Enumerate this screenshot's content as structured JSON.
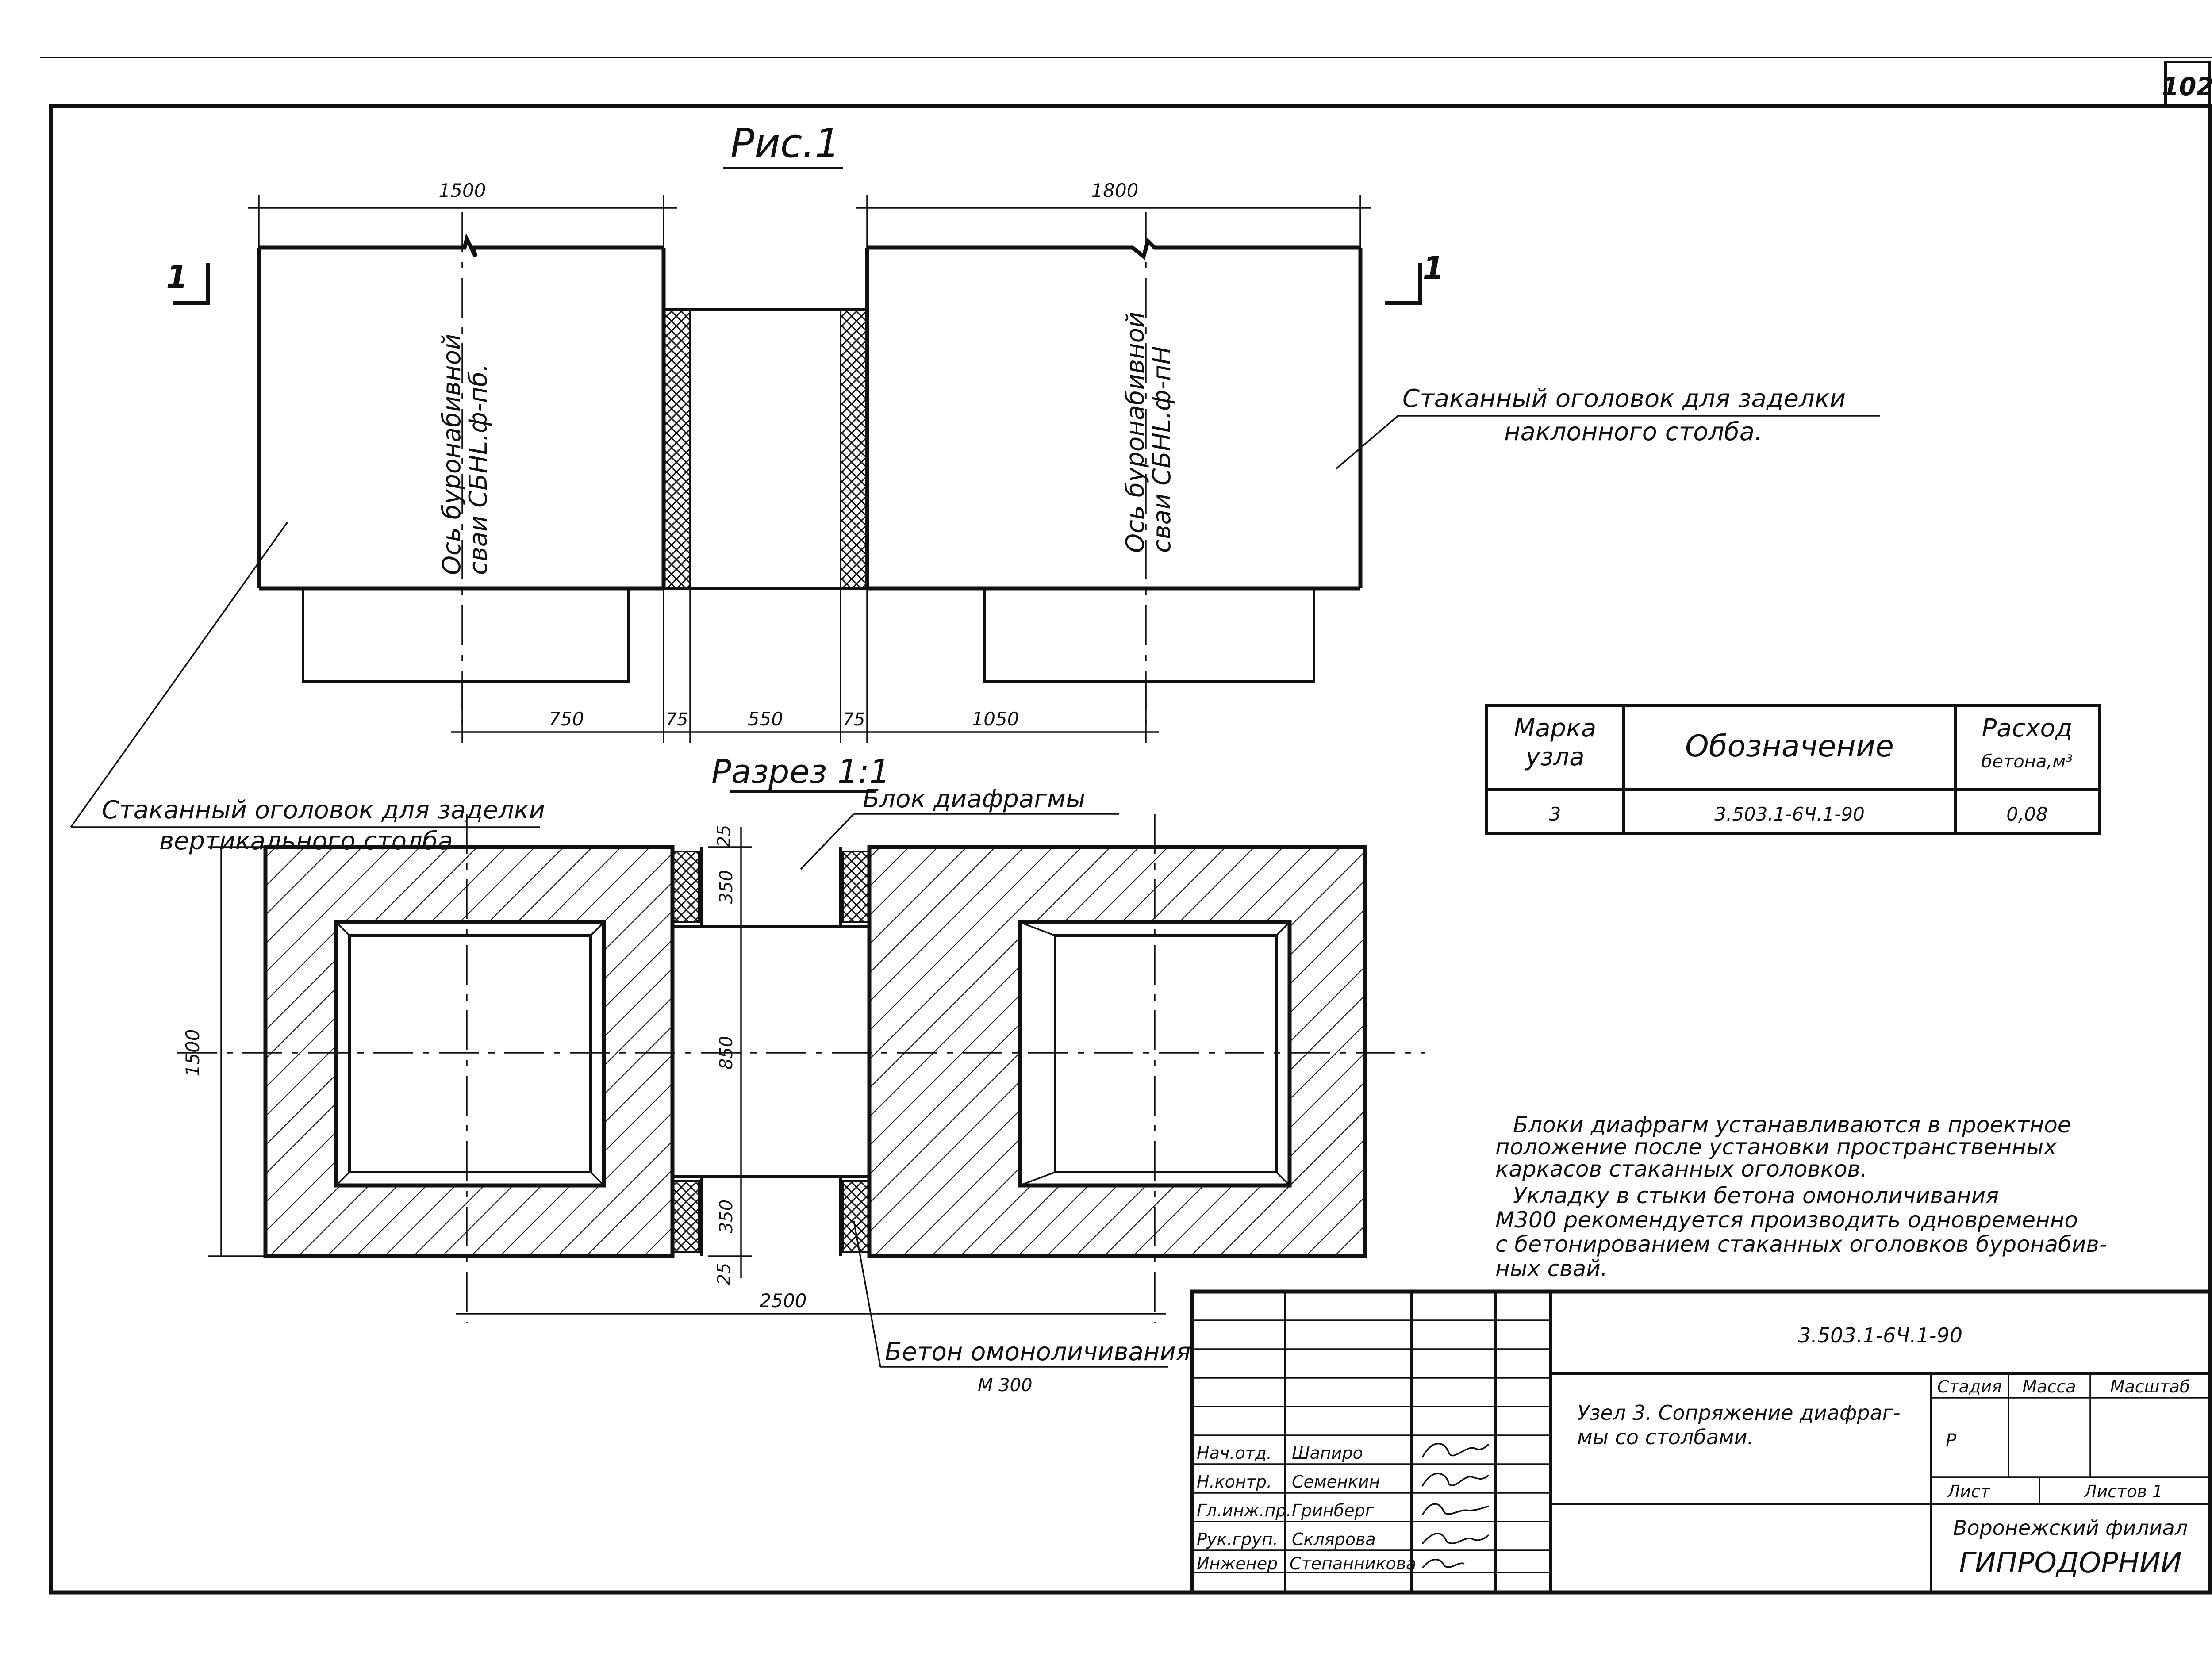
{
  "sheet": {
    "number": "102"
  },
  "figure": {
    "title": "Рис.1",
    "section_marks": [
      "1",
      "1"
    ],
    "dims_top": {
      "left_width": "1500",
      "right_width": "1800"
    },
    "dims_bottom": [
      "750",
      "75",
      "550",
      "75",
      "1050"
    ],
    "axis_left": [
      "Ось буронабивной",
      "сваи СБНL.ф-пб."
    ],
    "axis_right": [
      "Ось буронабивной",
      "сваи СБНL.ф-пН"
    ],
    "callout_inclined": [
      "Стаканный оголовок для заделки",
      "наклонного столба."
    ]
  },
  "section": {
    "title": "Разрез 1:1",
    "callout_diaphragm": "Блок диафрагмы",
    "callout_vertical": [
      "Стаканный оголовок для заделки",
      "вертикального столба"
    ],
    "height_dim": "1500",
    "gap_dims": [
      "25",
      "350",
      "850",
      "350",
      "25"
    ],
    "bottom_dim": "2500",
    "concrete_callout": [
      "Бетон омоноличивания",
      "М 300"
    ]
  },
  "table": {
    "headers": [
      [
        "Марка",
        "узла"
      ],
      [
        "Обозначение"
      ],
      [
        "Расход",
        "бетона,м³"
      ]
    ],
    "row": [
      "3",
      "3.503.1-6Ч.1-90",
      "0,08"
    ]
  },
  "note": [
    "Блоки диафрагм устанавливаются в проектное",
    "положение после установки пространственных",
    "каркасов стаканных оголовков.",
    "Укладку в стыки бетона омоноличивания",
    "М300 рекомендуется производить одновременно",
    "с бетонированием стаканных оголовков буронабив-",
    "ных свай."
  ],
  "title_block": {
    "code": "3.503.1-6Ч.1-90",
    "description": [
      "Узел 3. Сопряжение диафраг-",
      "мы со столбами."
    ],
    "stage_header": "Стадия",
    "mass_header": "Масса",
    "scale_header": "Масштаб",
    "stage_value": "Р",
    "sheet_label": "Лист",
    "sheets_label": "Листов 1",
    "organization": [
      "Воронежский филиал",
      "ГИПРОДОРНИИ"
    ],
    "people": [
      {
        "role": "Нач.отд.",
        "name": "Шапиро"
      },
      {
        "role": "Н.контр.",
        "name": "Семенкин"
      },
      {
        "role": "Гл.инж.пр.",
        "name": "Гринберг"
      },
      {
        "role": "Рук.груп.",
        "name": "Склярова"
      },
      {
        "role": "Инженер",
        "name": "Степанникова"
      }
    ]
  }
}
